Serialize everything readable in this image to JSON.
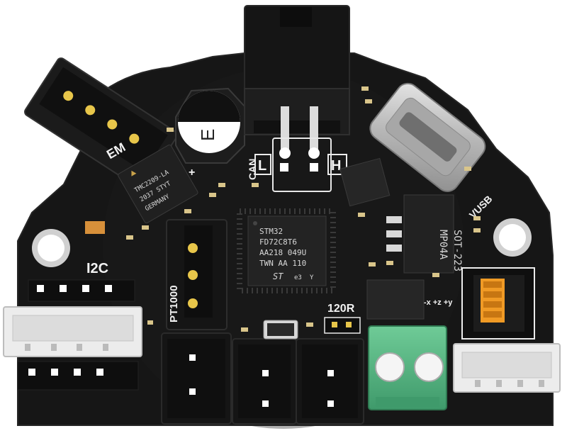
{
  "labels": {
    "i2c": "I2C",
    "pt1000": "PT1000",
    "can": "CAN",
    "can_l": "L",
    "can_h": "H",
    "r120": "120R",
    "vusb": "VUSB",
    "em": "EM",
    "plus": "+",
    "cap_mark": "E",
    "axes": "-x +z +y"
  },
  "mcu": {
    "line1": "STM32",
    "line2": "FD72C8T6",
    "line3": "AA218 049U",
    "line4": "TWN AA 110",
    "logo": "ST",
    "e3": "e3",
    "y": "Y"
  },
  "sensor_chip": {
    "line1": "TMC2209-LA",
    "line2": "2037 STYT",
    "line3": "GERMANY"
  },
  "reg": {
    "line1": "SOT-223",
    "line2": "MP04A"
  },
  "colors": {
    "board": "#161616",
    "connector": "#1a1a1a",
    "header_white": "#ececec",
    "terminal_green": "#5fb98a",
    "usb_metal": "#c9c9c9",
    "gold": "#e8c64a"
  }
}
